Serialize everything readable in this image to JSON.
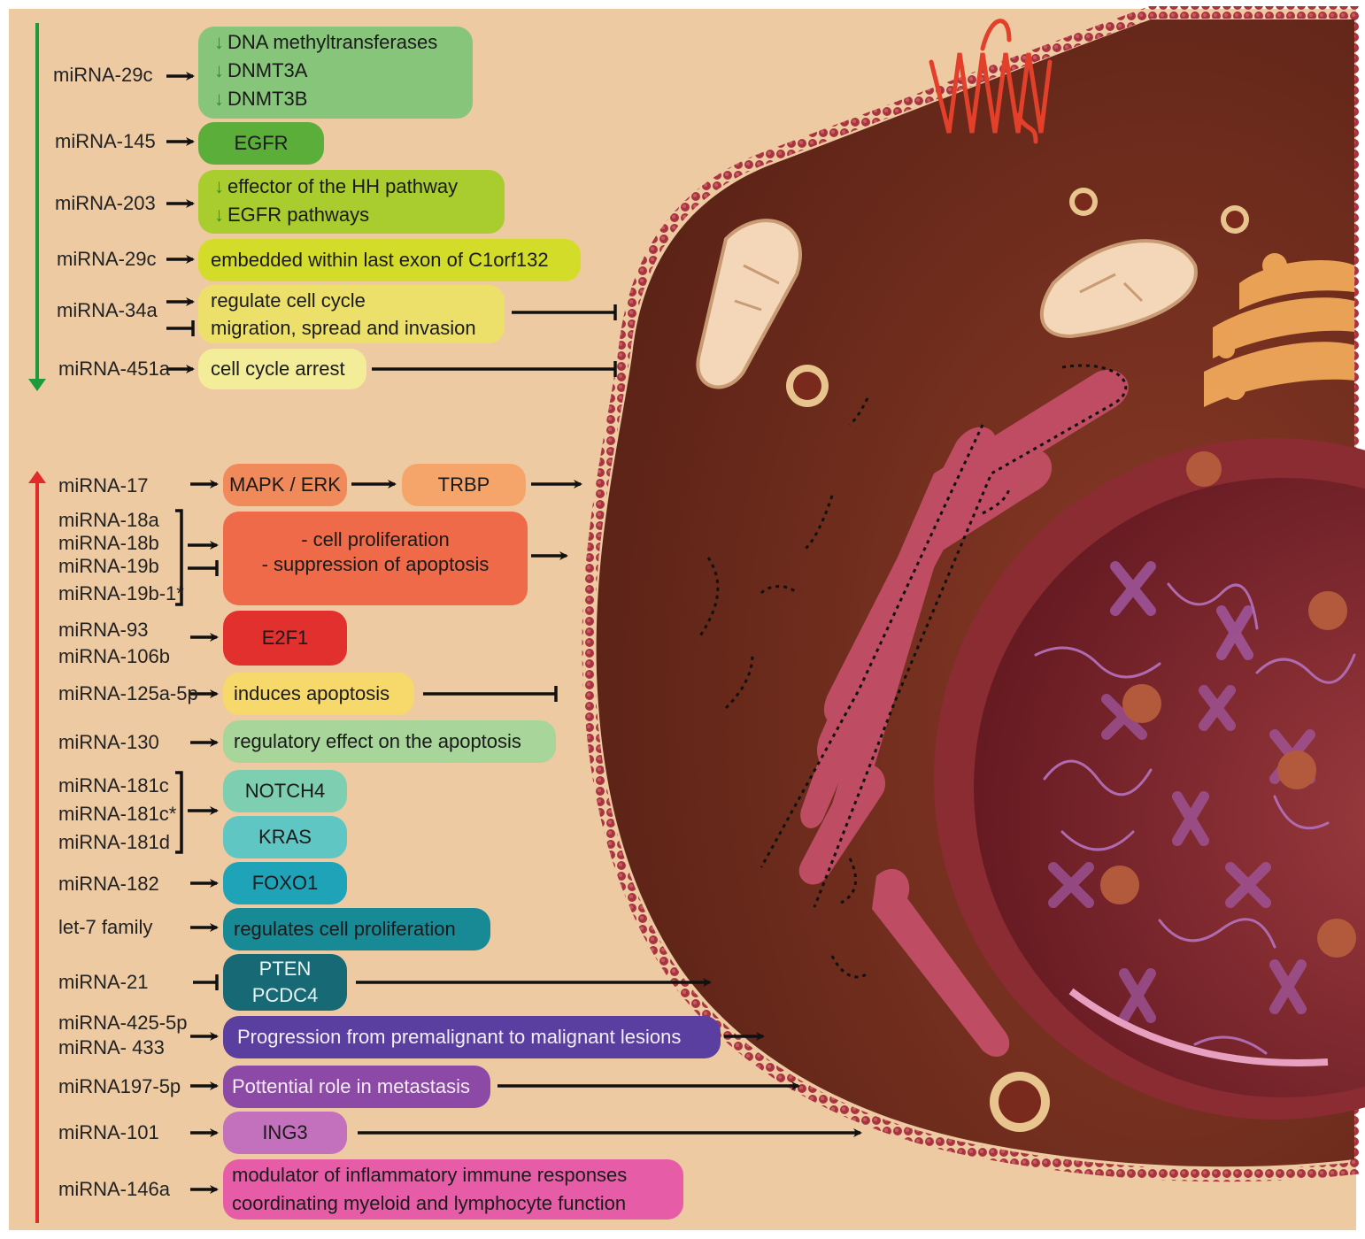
{
  "decreased": {
    "rows": [
      {
        "mirnas": [
          "miRNA-29c"
        ],
        "targets": [
          "DNA methyltransferases",
          "DNMT3A",
          "DNMT3B"
        ],
        "down_arrows": true,
        "color": "#86c57a"
      },
      {
        "mirnas": [
          "miRNA-145"
        ],
        "targets": [
          "EGFR"
        ],
        "color": "#5cae3b"
      },
      {
        "mirnas": [
          "miRNA-203"
        ],
        "targets": [
          "effector of the HH pathway",
          "EGFR pathways"
        ],
        "down_arrows": true,
        "color": "#a9cc2e"
      },
      {
        "mirnas": [
          "miRNA-29c"
        ],
        "targets": [
          "embedded within last exon of C1orf132"
        ],
        "color": "#d4dc2a"
      },
      {
        "mirnas": [
          "miRNA-34a"
        ],
        "targets": [
          "regulate cell cycle",
          "migration, spread and invasion"
        ],
        "color": "#ede06a"
      },
      {
        "mirnas": [
          "miRNA-451a"
        ],
        "targets": [
          "cell cycle arrest"
        ],
        "color": "#f3ed9a"
      }
    ]
  },
  "increased": {
    "rows": [
      {
        "mirnas": [
          "miRNA-17"
        ],
        "targets": [
          "MAPK / ERK"
        ],
        "secondary": "TRBP",
        "color": "#f08a5a",
        "secondary_color": "#f6a56a"
      },
      {
        "mirnas": [
          "miRNA-18a",
          "miRNA-18b",
          "miRNA-19b",
          "miRNA-19b-1*"
        ],
        "targets": [
          "- cell proliferation",
          "- suppression of apoptosis"
        ],
        "color": "#ef6a48"
      },
      {
        "mirnas": [
          "miRNA-93",
          "miRNA-106b"
        ],
        "targets": [
          "E2F1"
        ],
        "color": "#e2302e"
      },
      {
        "mirnas": [
          "miRNA-125a-5p"
        ],
        "targets": [
          "induces apoptosis"
        ],
        "color": "#f7d86a"
      },
      {
        "mirnas": [
          "miRNA-130"
        ],
        "targets": [
          "regulatory effect on the apoptosis"
        ],
        "color": "#a7d59a"
      },
      {
        "mirnas": [
          "miRNA-181c",
          "miRNA-181c*",
          "miRNA-181d"
        ],
        "targets": [
          "NOTCH4"
        ],
        "secondary": "KRAS",
        "color": "#7ecfb2",
        "secondary_color": "#5fc6c4"
      },
      {
        "mirnas": [
          "miRNA-182"
        ],
        "targets": [
          "FOXO1"
        ],
        "color": "#1ea3b9"
      },
      {
        "mirnas": [
          "let-7 family"
        ],
        "targets": [
          "regulates cell proliferation"
        ],
        "color": "#178a95"
      },
      {
        "mirnas": [
          "miRNA-21"
        ],
        "targets": [
          "PTEN",
          "PCDC4"
        ],
        "color": "#176a75"
      },
      {
        "mirnas": [
          "miRNA-425-5p",
          "miRNA- 433"
        ],
        "targets": [
          "Progression from premalignant to malignant lesions"
        ],
        "color": "#5b3fa0"
      },
      {
        "mirnas": [
          "miRNA197-5p"
        ],
        "targets": [
          "Pottential role in metastasis"
        ],
        "color": "#8c4aa6"
      },
      {
        "mirnas": [
          "miRNA-101"
        ],
        "targets": [
          "ING3"
        ],
        "color": "#c371bd"
      },
      {
        "mirnas": [
          "miRNA-146a"
        ],
        "targets": [
          "modulator of inflammatory immune responses",
          "coordinating myeloid and lymphocyte function"
        ],
        "color": "#e65ca6"
      }
    ]
  },
  "colors": {
    "background": "#edcaa2",
    "down_arrow": "#1f9a3a",
    "up_arrow": "#e22a2a",
    "cell_cytoplasm": "#6a2a1c",
    "cell_membrane": "#9e2f3a",
    "nucleus": "#7a1e26",
    "er": "#c7506a",
    "mitochondria": "#f3d7b8",
    "golgi": "#f0a85a",
    "chromosomes": "#a45aa6"
  }
}
